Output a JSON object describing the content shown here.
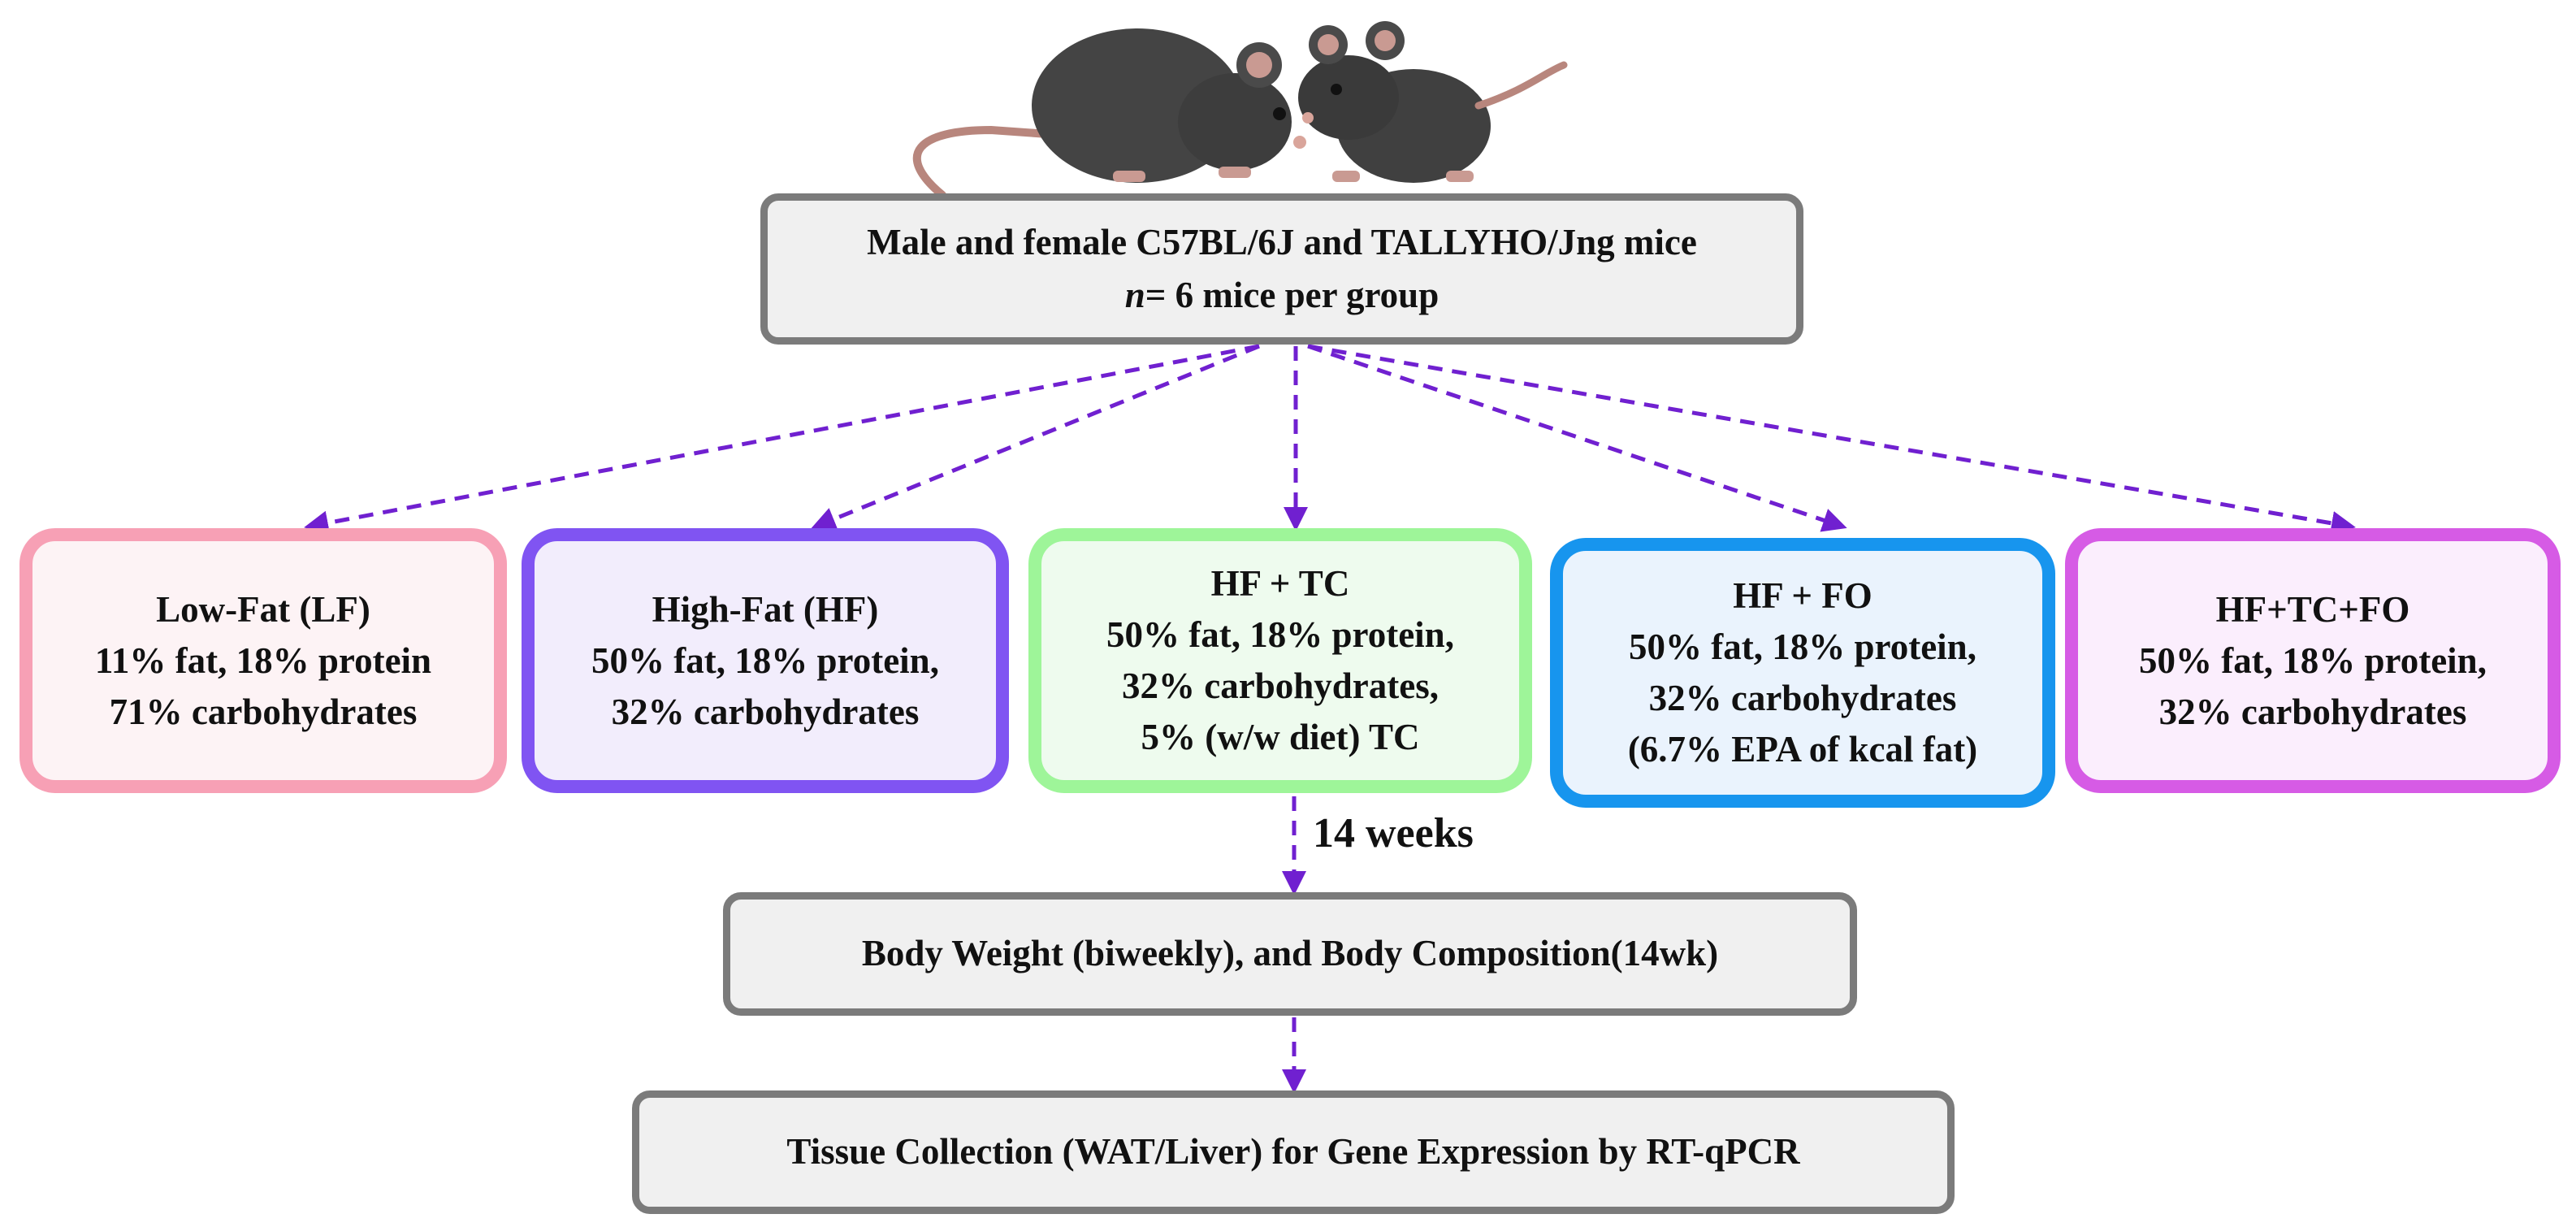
{
  "population": {
    "line1": "Male and female C57BL/6J and TALLYHO/Jng mice",
    "n_symbol": "n",
    "line2": "= 6 mice per group"
  },
  "diets": [
    {
      "title": "Low-Fat (LF)",
      "line1": "11% fat, 18% protein",
      "line2": "71% carbohydrates"
    },
    {
      "title": "High-Fat (HF)",
      "line1": "50% fat, 18% protein,",
      "line2": "32% carbohydrates"
    },
    {
      "title": "HF + TC",
      "line1": "50% fat, 18% protein,",
      "line2": "32% carbohydrates,",
      "line3": "5% (w/w diet) TC"
    },
    {
      "title": "HF + FO",
      "line1": "50% fat, 18% protein,",
      "line2": "32% carbohydrates",
      "line3": "(6.7% EPA of kcal fat)"
    },
    {
      "title": "HF+TC+FO",
      "line1": "50% fat, 18% protein,",
      "line2": "32% carbohydrates"
    }
  ],
  "duration_label": "14 weeks",
  "measurements": "Body Weight (biweekly), and Body Composition(14wk)",
  "tissue": "Tissue Collection (WAT/Liver) for Gene Expression by RT-qPCR",
  "colors": {
    "arrow": "#7020d0",
    "box_border": "#7b7b7b",
    "lf": "#f7a0b5",
    "hf": "#8054f2",
    "hf_tc": "#9ef599",
    "hf_fo": "#1795ee",
    "hf_tc_fo": "#d65be5"
  }
}
